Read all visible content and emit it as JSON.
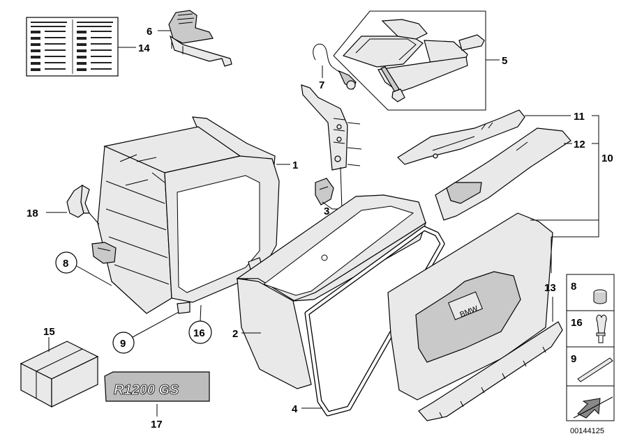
{
  "diagram_id": "00144125",
  "labels": {
    "l1": "1",
    "l2": "2",
    "l3": "3",
    "l4": "4",
    "l5": "5",
    "l6": "6",
    "l7": "7",
    "l8": "8",
    "l9": "9",
    "l10": "10",
    "l11": "11",
    "l12": "12",
    "l13": "13",
    "l14": "14",
    "l15": "15",
    "l16": "16",
    "l17": "17",
    "l18": "18"
  },
  "legend": {
    "item8": "8",
    "item16": "16",
    "item9": "9"
  },
  "emblem_text": "R1200 GS",
  "lid_logo": "BMW"
}
